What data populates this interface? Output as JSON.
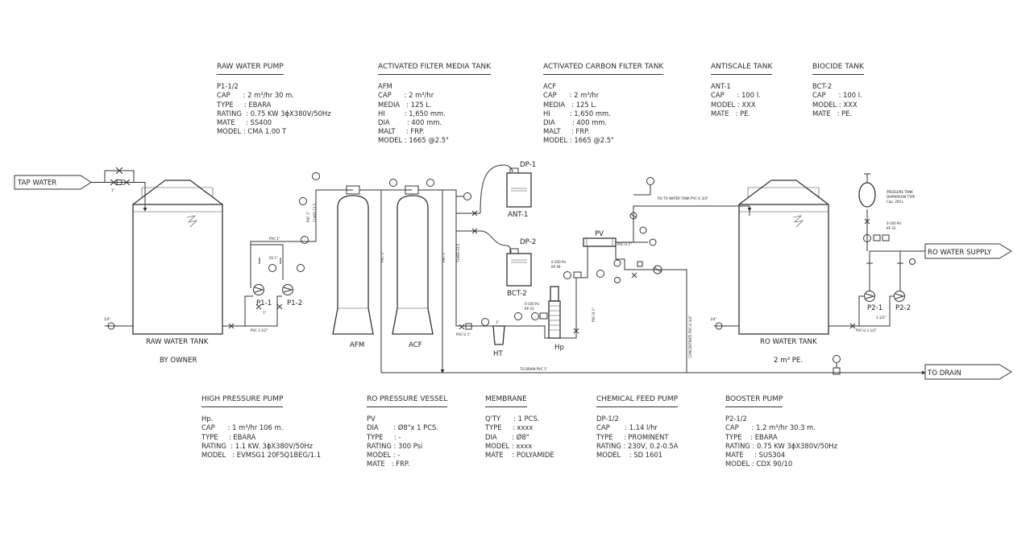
{
  "specs_top": {
    "raw_water_pump": {
      "title": "RAW WATER PUMP",
      "lines": [
        "P1-1/2",
        "CAP      : 2 m³/hr 30 m.",
        "TYPE     : EBARA",
        "RATING  : 0.75 KW 3ϕX380V/50Hz",
        "MATE     : SS400",
        "MODEL : CMA 1.00 T"
      ]
    },
    "afm_tank": {
      "title": "ACTIVATED FILTER MEDIA TANK",
      "lines": [
        "AFM",
        "CAP      : 2 m³/hr",
        "MEDIA   : 125 L.",
        "HI         : 1,650 mm.",
        "DIA        : 400 mm.",
        "MALT     : FRP.",
        "MODEL : 1665 @2.5\""
      ]
    },
    "acf_tank": {
      "title": "ACTIVATED CARBON FILTER TANK",
      "lines": [
        "ACF",
        "CAP      : 2 m³/hr",
        "MEDIA   : 125 L.",
        "HI         : 1,650 mm.",
        "DIA        : 400 mm.",
        "MALT     : FRP.",
        "MODEL : 1665 @2.5\""
      ]
    },
    "antiscale_tank": {
      "title": "ANTISCALE TANK",
      "lines": [
        "ANT-1",
        "CAP      : 100 l.",
        "MODEL : XXX",
        "MATE   : PE."
      ]
    },
    "biocide_tank": {
      "title": "BIOCIDE TANK",
      "lines": [
        "BCT-2",
        "CAP      : 100 l.",
        "MODEL : XXX",
        "MATE   : PE."
      ]
    }
  },
  "specs_bottom": {
    "high_pressure_pump": {
      "title": "HIGH PRESSURE PUMP",
      "lines": [
        "Hp.",
        "CAP      : 1 m³/hr 106 m.",
        "TYPE     : EBARA",
        "RATING  : 1.1 KW. 3ϕX380V/50Hz",
        "MODEL   : EVMSG1 20F5Q1BEG/1.1"
      ]
    },
    "ro_pressure_vessel": {
      "title": "RO PRESSURE VESSEL",
      "lines": [
        "PV",
        "DIA       : Ø8\"x 1 PCS.",
        "TYPE     : -",
        "RATING : 300 Psi",
        "MODEL : -",
        "MATE   : FRP."
      ]
    },
    "membrane": {
      "title": "MEMBRANE",
      "lines": [
        "Q'TY      : 1 PCS.",
        "TYPE     : xxxx",
        "DIA       : Ø8\"",
        "MODEL : xxxx",
        "MATE    : POLYAMIDE"
      ]
    },
    "chemical_feed_pump": {
      "title": "CHEMICAL FEED PUMP",
      "lines": [
        "DP-1/2",
        "CAP       : 1.14 l/hr",
        "TYPE     : PROMINENT",
        "RATING : 230V, 0.2-0.5A",
        "MODEL    : SD 1601"
      ]
    },
    "booster_pump": {
      "title": "BOOSTER PUMP",
      "lines": [
        "P2-1/2",
        "CAP      : 1.2 m³/hr 30.3 m.",
        "TYPE    : EBARA",
        "RATING : 0.75 KW 3ϕX380V/50Hz",
        "MATE     : SUS304",
        "MODEL : CDX 90/10"
      ]
    }
  },
  "diagram": {
    "tap_water": "TAP WATER",
    "ro_water_supply": "RO WATER SUPPLY",
    "to_drain": "TO DRAIN",
    "raw_water_tank": "RAW WATER TANK",
    "by_owner": "BY OWNER",
    "ro_water_tank": "RO WATER TANK",
    "ro_tank_cap": "2 m³ PE.",
    "afm": "AFM",
    "acf": "ACF",
    "ht": "HT",
    "hp": "Hp",
    "pv": "PV",
    "dp1": "DP-1",
    "dp2": "DP-2",
    "ant1": "ANT-1",
    "bct2": "BCT-2",
    "p1_1": "P1-1",
    "p1_2": "P1-2",
    "p2_1": "P2-1",
    "p2_2": "P2-2",
    "pressure_tank_1": "PRESSURE TANK",
    "pressure_tank_2": "DIAPHRAGM TYPE",
    "pressure_tank_3": "Cap. 200 L",
    "ro_to_tank": "RO TO WATER TANK PVC-U 3/4\"",
    "to_drain_pipe": "TO DRAIN PVC 1\"",
    "concentrate": "CONCENTRATE PVC-U 3/4\"",
    "gauge_range_1": "0-300 Psi",
    "gauge_tag_1": "KP 36",
    "gauge_range_2": "0-100 Psi",
    "gauge_tag_2": "KP 33",
    "gauge_range_3": "0-100 Psi",
    "gauge_tag_3": "KP 35",
    "pvc_1": "PVC 1\"",
    "pvc_1_1_2": "PVC 1-1/2\"",
    "pvcu_1_1_2": "PVC-U 1-1/2\"",
    "pvcu_1": "PVC-U 1\"",
    "pvc_class": "CLASS 13.5",
    "ss_1": "SS 1\"",
    "size_1": "1\"",
    "size_1_1_2": "1-1/2\"",
    "size_1_4": "1/4\""
  }
}
